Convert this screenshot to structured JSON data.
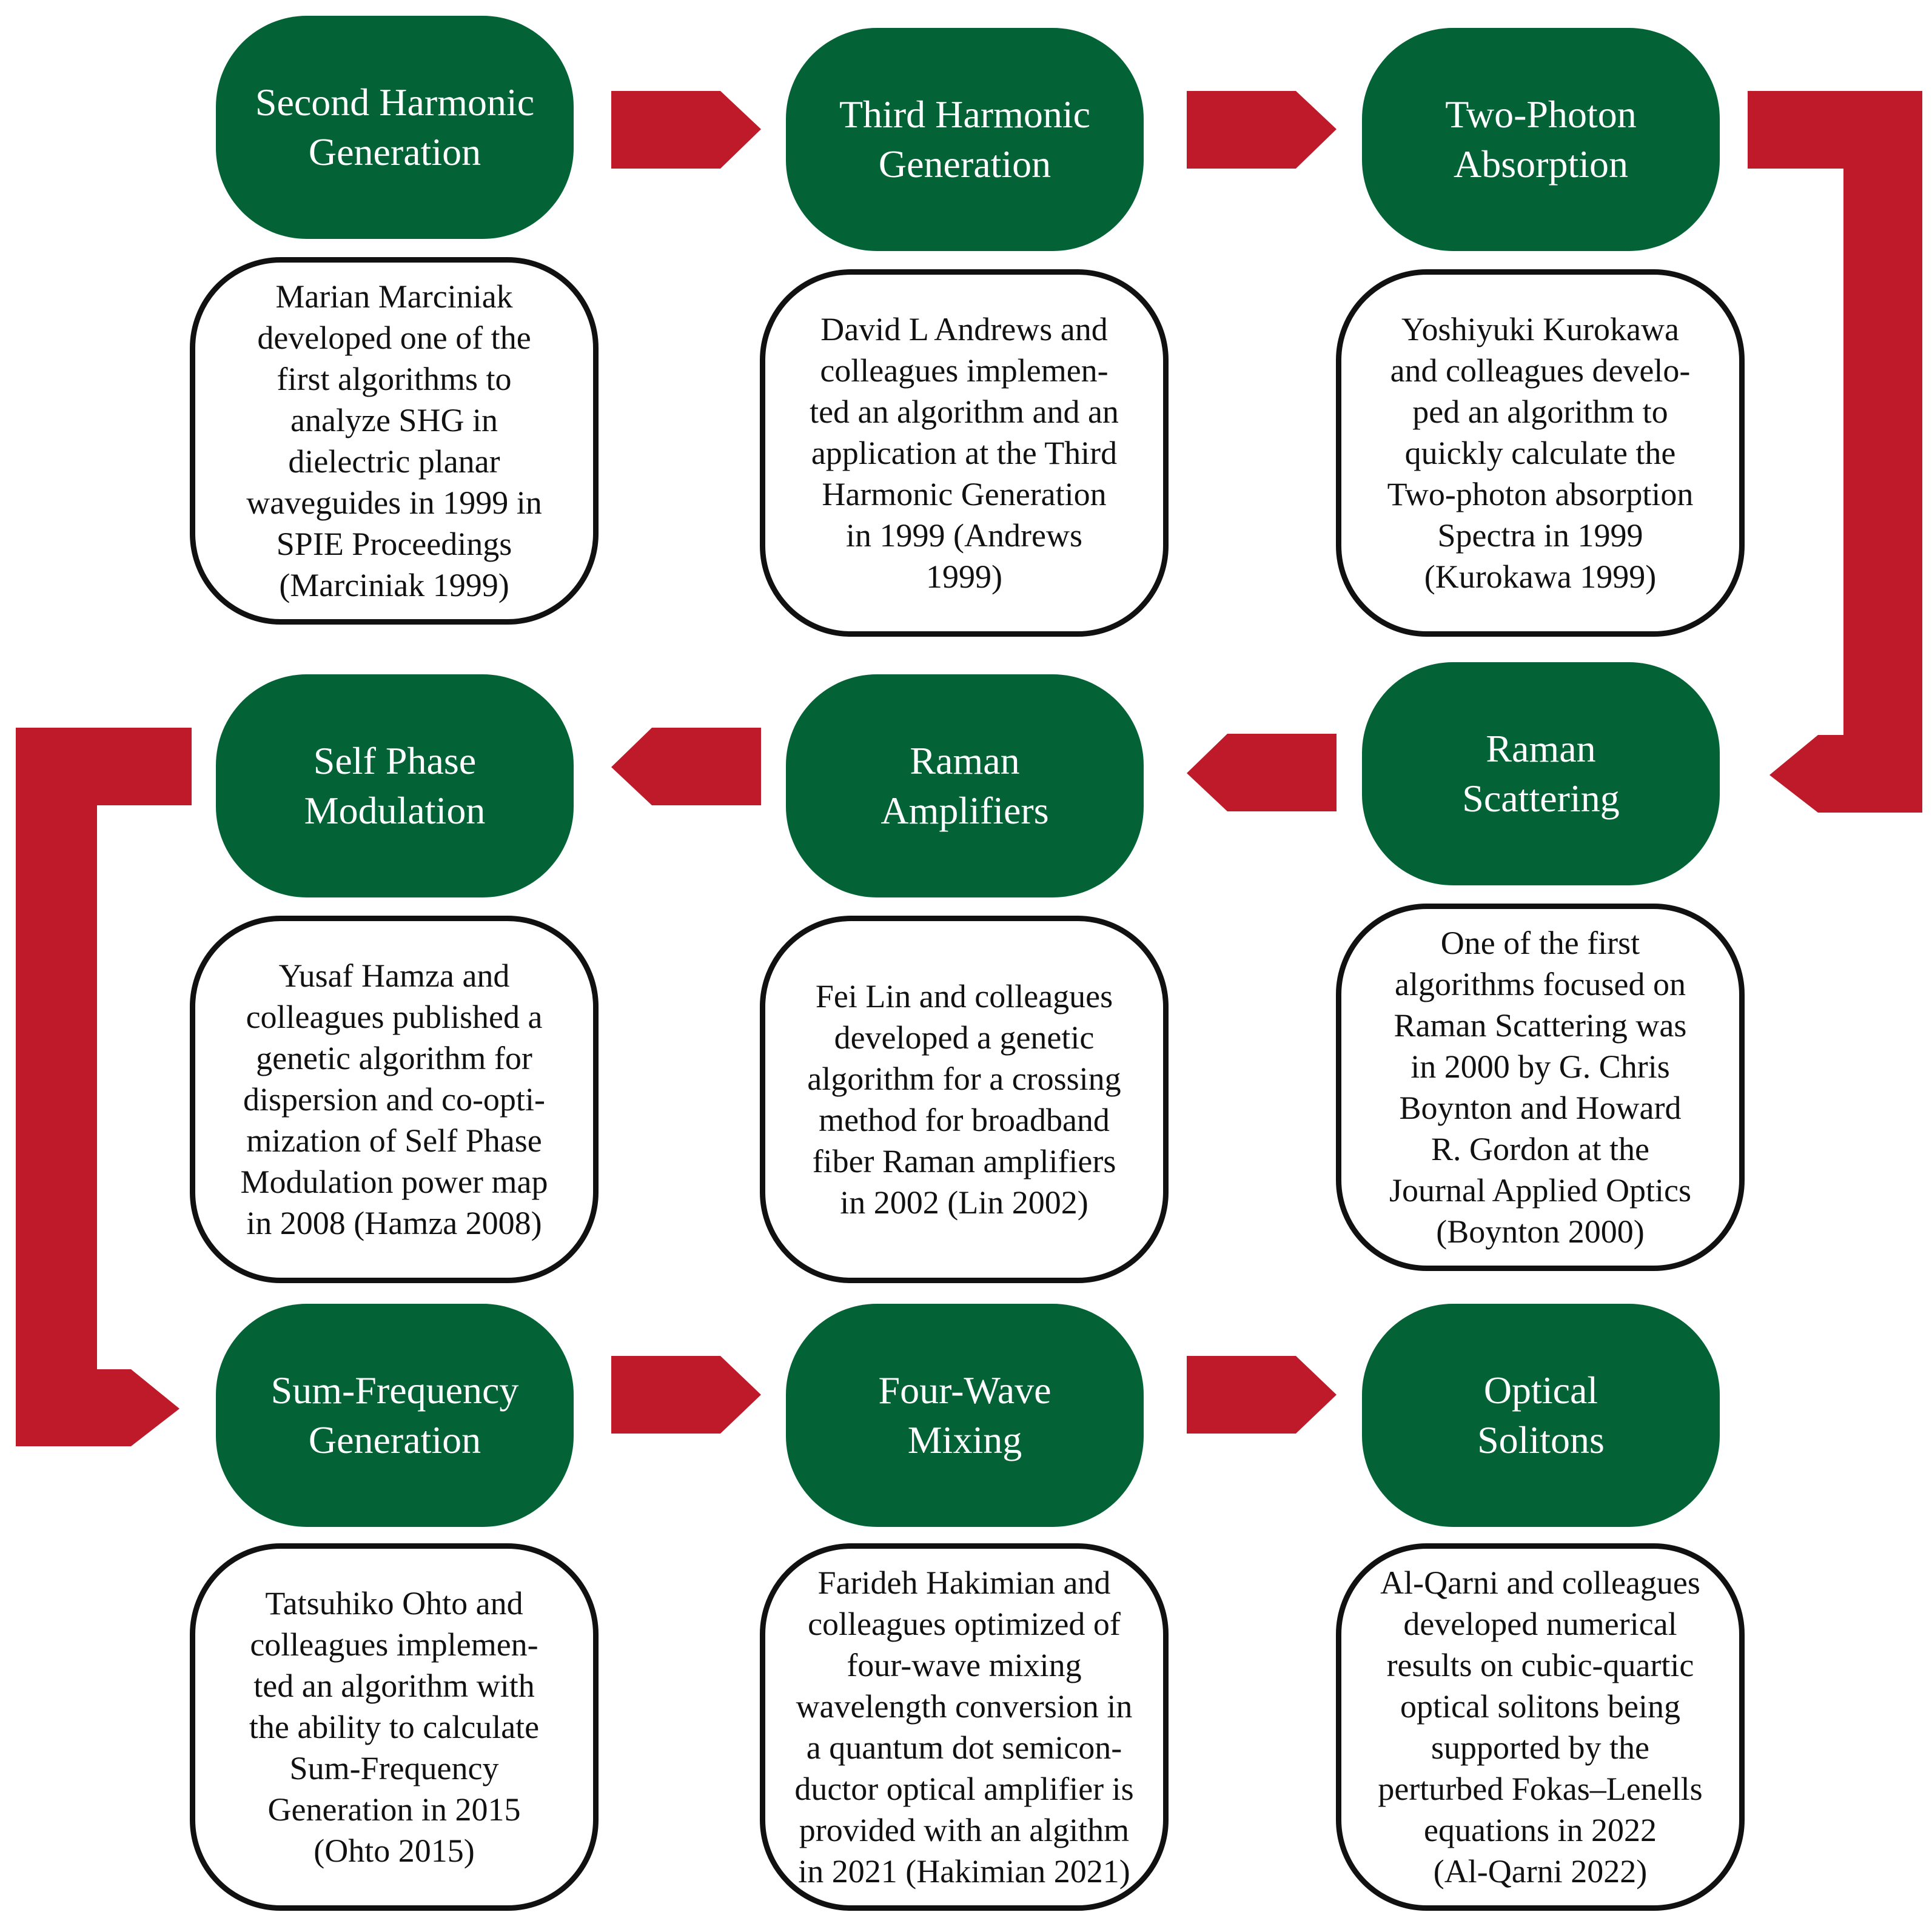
{
  "colors": {
    "node_fill": "#036336",
    "node_text": "#ffffff",
    "arrow": "#be1a29",
    "box_border": "#111111"
  },
  "row1": {
    "n1": {
      "title": "Second Harmonic\nGeneration",
      "desc": "Marian Marciniak\ndeveloped one of the\nfirst algorithms to\nanalyze SHG in\ndielectric planar\nwaveguides in 1999 in\nSPIE Proceedings\n(Marciniak 1999)"
    },
    "n2": {
      "title": "Third Harmonic\nGeneration",
      "desc": "David L Andrews and\ncolleagues implemen-\nted an algorithm and an\napplication at the Third\nHarmonic Generation\nin 1999 (Andrews\n1999)"
    },
    "n3": {
      "title": "Two-Photon\nAbsorption",
      "desc": "Yoshiyuki Kurokawa\nand colleagues develo-\nped an algorithm to\nquickly calculate the\nTwo-photon absorption\nSpectra in 1999\n(Kurokawa 1999)"
    }
  },
  "row2": {
    "n1": {
      "title": "Self Phase\nModulation",
      "desc": "Yusaf Hamza and\ncolleagues published a\ngenetic algorithm for\ndispersion and co-opti-\nmization of Self Phase\nModulation power map\nin 2008 (Hamza 2008)"
    },
    "n2": {
      "title": "Raman\nAmplifiers",
      "desc": "Fei Lin and colleagues\ndeveloped a genetic\nalgorithm for a crossing\nmethod for broadband\nfiber Raman amplifiers\nin 2002 (Lin 2002)"
    },
    "n3": {
      "title": "Raman\nScattering",
      "desc": "One of the first\nalgorithms focused on\nRaman Scattering was\nin 2000 by G. Chris\nBoynton and Howard\nR. Gordon at the\nJournal Applied Optics\n(Boynton 2000)"
    }
  },
  "row3": {
    "n1": {
      "title": "Sum-Frequency\nGeneration",
      "desc": "Tatsuhiko Ohto and\ncolleagues implemen-\nted an algorithm with\nthe ability to calculate\nSum-Frequency\nGeneration in 2015\n(Ohto 2015)"
    },
    "n2": {
      "title": "Four-Wave\nMixing",
      "desc": "Farideh Hakimian and\ncolleagues optimized of\nfour-wave mixing\nwavelength conversion in\na quantum dot semicon-\nductor optical amplifier is\nprovided with an algithm\nin 2021 (Hakimian 2021)"
    },
    "n3": {
      "title": "Optical\nSolitons",
      "desc": "Al-Qarni and colleagues\ndeveloped numerical\nresults on cubic-quartic\noptical solitons being\nsupported by the\nperturbed Fokas–Lenells\nequations in 2022\n(Al-Qarni 2022)"
    }
  }
}
